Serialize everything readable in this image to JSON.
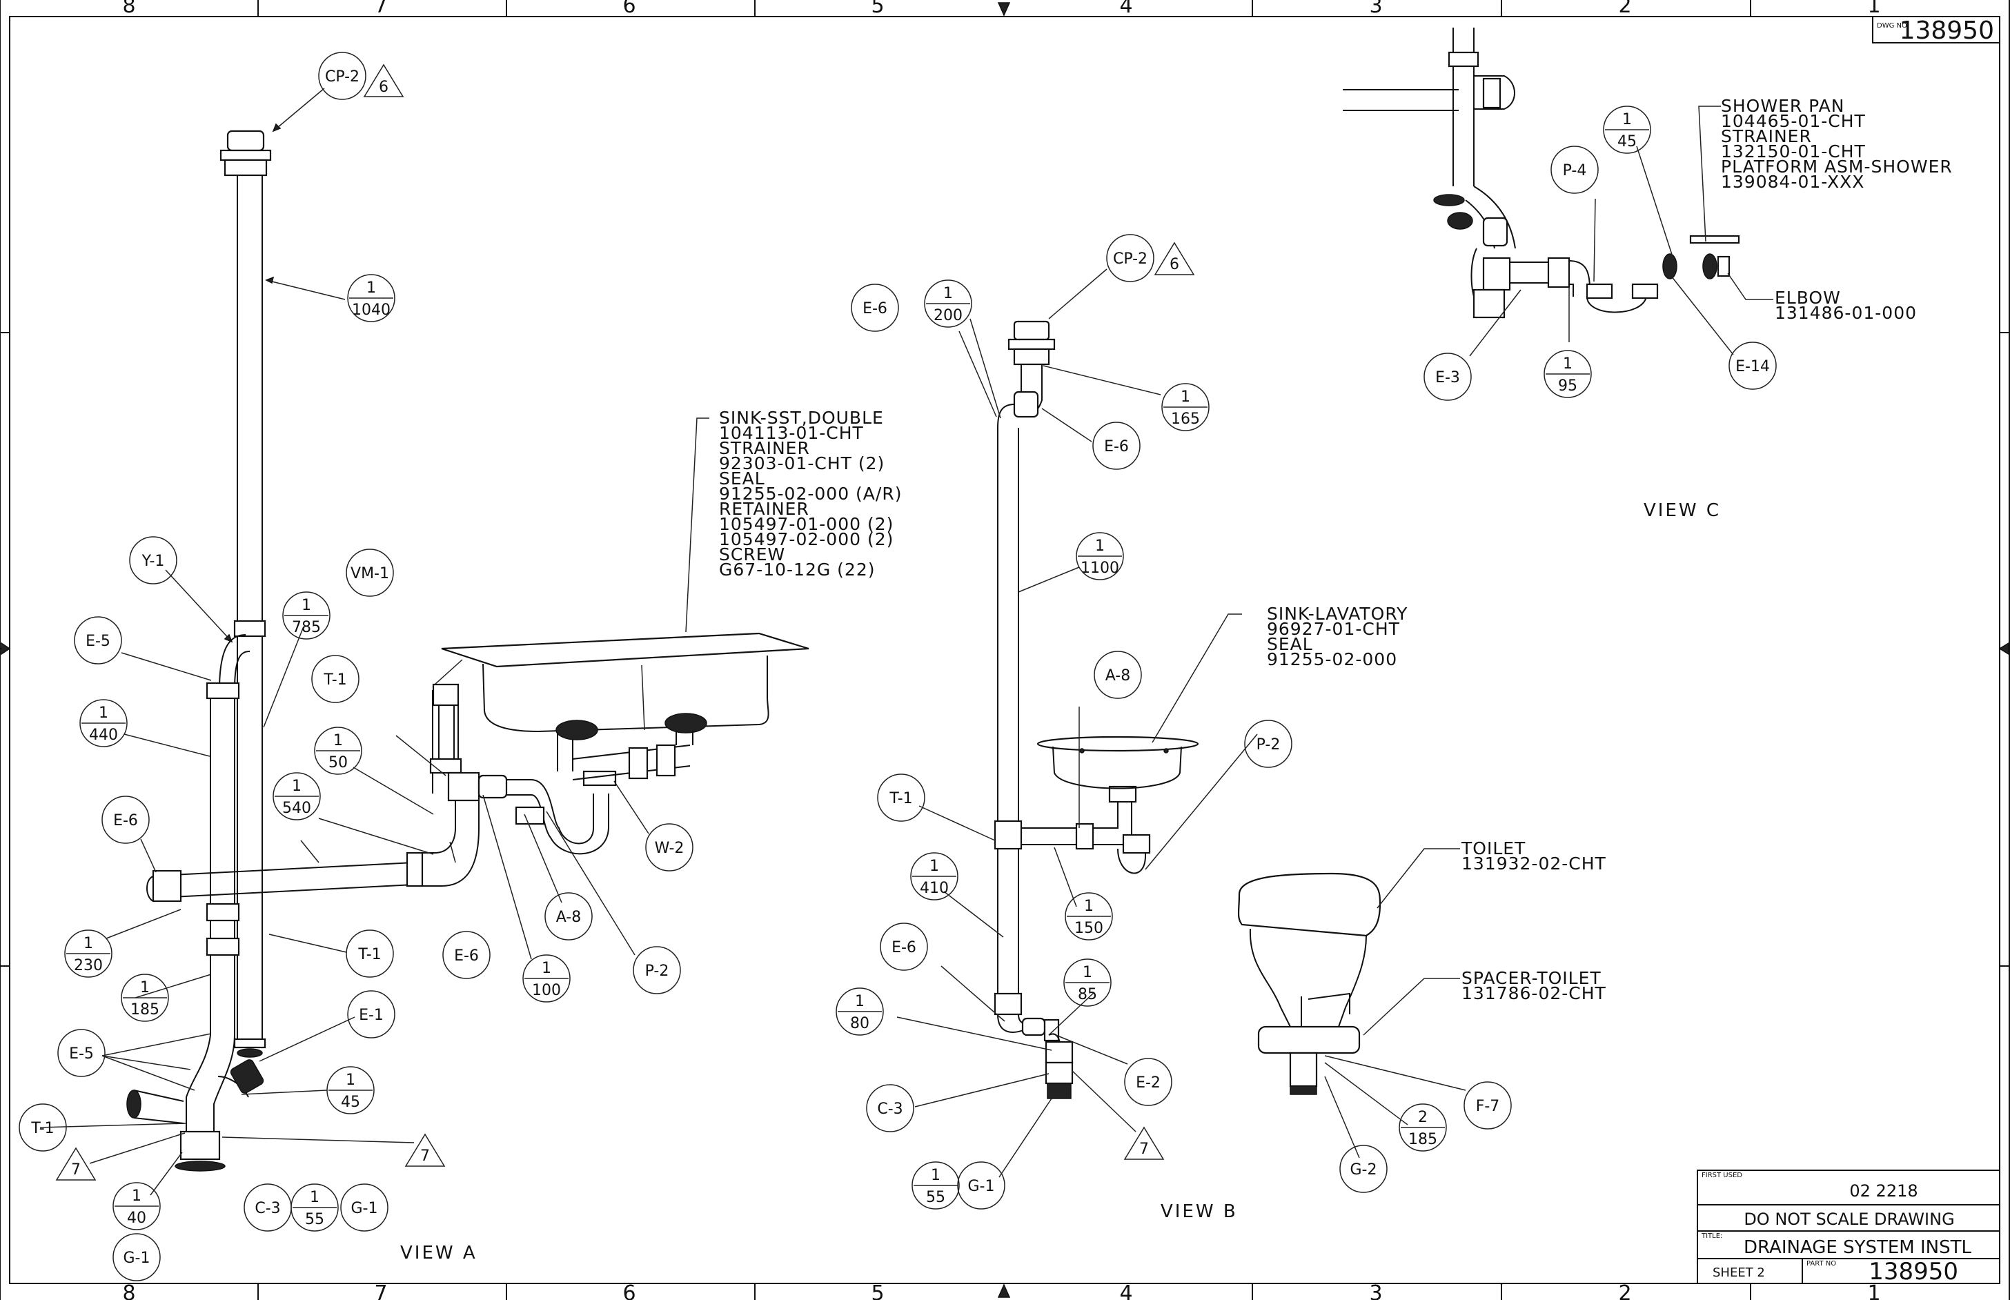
{
  "drawing": {
    "dwg_no_label": "DWG NO",
    "dwg_no": "138950",
    "first_used_label": "FIRST USED",
    "first_used": "02 2218",
    "scale_note": "DO NOT SCALE DRAWING",
    "title_label": "TITLE:",
    "title": "DRAINAGE SYSTEM INSTL",
    "sheet": "SHEET 2",
    "part_no_label": "PART NO",
    "part_no": "138950"
  },
  "zones": [
    "8",
    "7",
    "6",
    "5",
    "4",
    "3",
    "2",
    "1"
  ],
  "views": {
    "a": "VIEW A",
    "b": "VIEW B",
    "c": "VIEW C"
  },
  "callouts": {
    "sink_double": [
      "SINK-SST,DOUBLE",
      "104113-01-CHT",
      "STRAINER",
      "92303-01-CHT (2)",
      "SEAL",
      "91255-02-000 (A/R)",
      "RETAINER",
      "105497-01-000 (2)",
      "105497-02-000 (2)",
      "SCREW",
      "G67-10-12G (22)"
    ],
    "sink_lavatory": [
      "SINK-LAVATORY",
      "96927-01-CHT",
      "SEAL",
      "91255-02-000"
    ],
    "toilet": [
      "TOILET",
      "131932-02-CHT"
    ],
    "spacer_toilet": [
      "SPACER-TOILET",
      "131786-02-CHT"
    ],
    "shower": [
      "SHOWER PAN",
      "104465-01-CHT",
      "STRAINER",
      "132150-01-CHT",
      "PLATFORM ASM-SHOWER",
      "139084-01-XXX"
    ],
    "elbow": [
      "ELBOW",
      "131486-01-000"
    ]
  },
  "bubbles": {
    "cp2": "CP-2",
    "y1": "Y-1",
    "e5": "E-5",
    "e6": "E-6",
    "e1": "E-1",
    "e2": "E-2",
    "e3": "E-3",
    "e14": "E-14",
    "t1": "T-1",
    "vm1": "VM-1",
    "a8": "A-8",
    "w2": "W-2",
    "p2": "P-2",
    "p4": "P-4",
    "c3": "C-3",
    "g1": "G-1",
    "g2": "G-2",
    "f7": "F-7"
  },
  "flags": {
    "six": "6",
    "seven": "7"
  },
  "fractions": {
    "one": "1",
    "two": "2",
    "d1040": "1040",
    "d785": "785",
    "d440": "440",
    "d50": "50",
    "d540": "540",
    "d230": "230",
    "d185": "185",
    "d100": "100",
    "d45": "45",
    "d40": "40",
    "d55": "55",
    "d200": "200",
    "d165": "165",
    "d1100": "1100",
    "d410": "410",
    "d150": "150",
    "d85": "85",
    "d80": "80",
    "d95": "95"
  }
}
